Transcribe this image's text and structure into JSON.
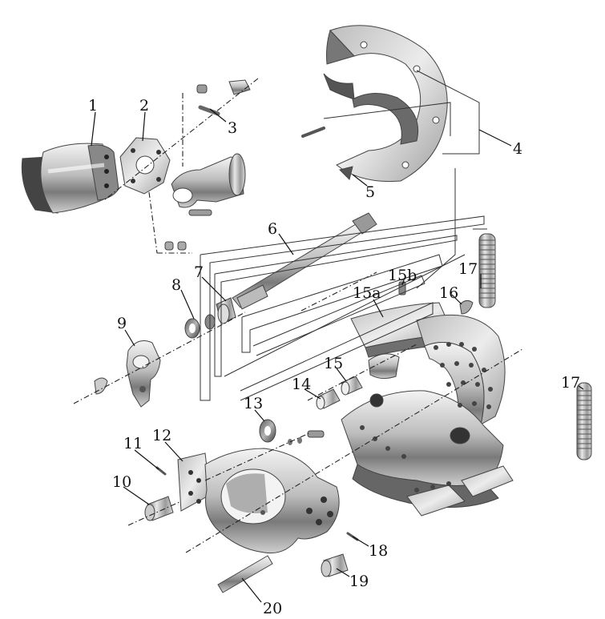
{
  "diagram": {
    "labels": [
      {
        "id": "1",
        "text": "1"
      },
      {
        "id": "2",
        "text": "2"
      },
      {
        "id": "3",
        "text": "3"
      },
      {
        "id": "4",
        "text": "4"
      },
      {
        "id": "5",
        "text": "5"
      },
      {
        "id": "6",
        "text": "6"
      },
      {
        "id": "7",
        "text": "7"
      },
      {
        "id": "8",
        "text": "8"
      },
      {
        "id": "9",
        "text": "9"
      },
      {
        "id": "10",
        "text": "10"
      },
      {
        "id": "11",
        "text": "11"
      },
      {
        "id": "12",
        "text": "12"
      },
      {
        "id": "13",
        "text": "13"
      },
      {
        "id": "14",
        "text": "14"
      },
      {
        "id": "15",
        "text": "15"
      },
      {
        "id": "15a",
        "text": "15a"
      },
      {
        "id": "15b",
        "text": "15b"
      },
      {
        "id": "16",
        "text": "16"
      },
      {
        "id": "17a",
        "text": "17"
      },
      {
        "id": "17b",
        "text": "17"
      },
      {
        "id": "18",
        "text": "18"
      },
      {
        "id": "19",
        "text": "19"
      },
      {
        "id": "20",
        "text": "20"
      }
    ]
  }
}
